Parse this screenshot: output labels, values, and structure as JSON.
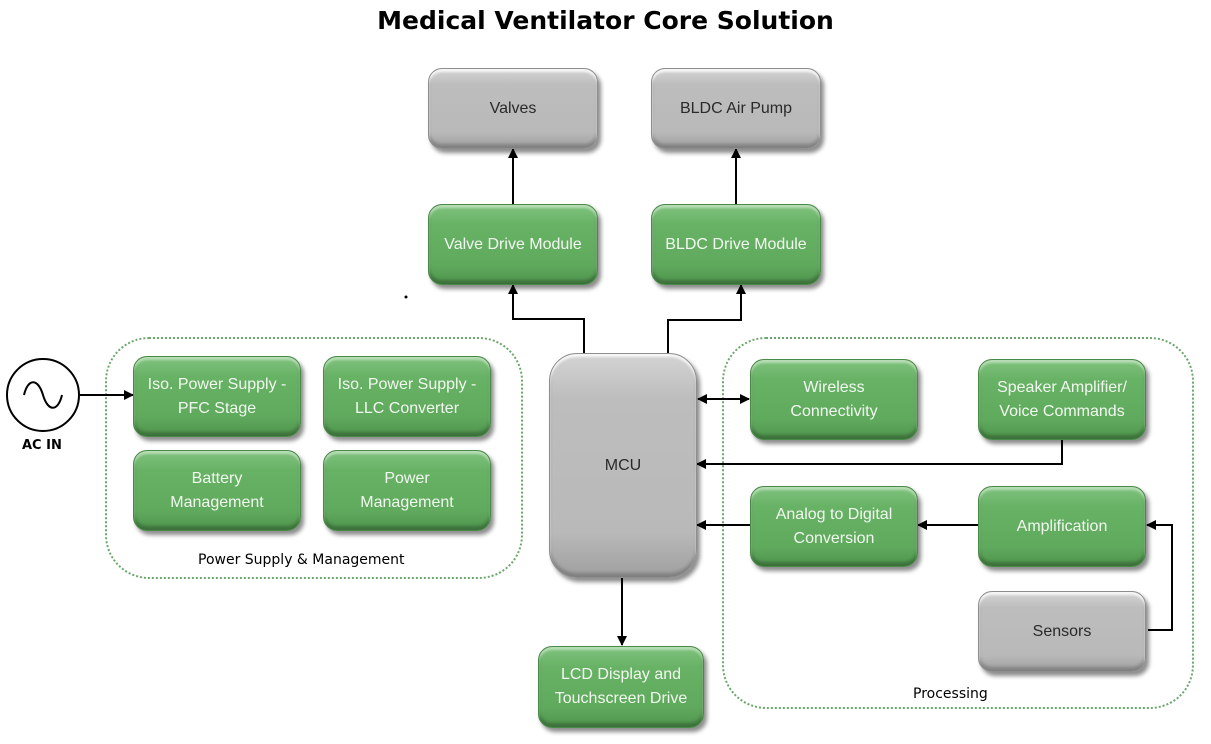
{
  "title": "Medical Ventilator Core Solution",
  "source": {
    "label": "AC IN",
    "icon": "ac-sine-source-icon"
  },
  "groups": {
    "power": {
      "label": "Power Supply & Management"
    },
    "processing": {
      "label": "Processing"
    }
  },
  "blocks": {
    "valves": "Valves",
    "bldc_air_pump": "BLDC Air Pump",
    "valve_drive": "Valve Drive Module",
    "bldc_drive": "BLDC Drive Module",
    "pfc": [
      "Iso. Power Supply -",
      "PFC Stage"
    ],
    "llc": [
      "Iso. Power Supply -",
      "LLC Converter"
    ],
    "battery": [
      "Battery",
      "Management"
    ],
    "power_mgmt": [
      "Power",
      "Management"
    ],
    "mcu": "MCU",
    "wireless": [
      "Wireless",
      "Connectivity"
    ],
    "speaker": [
      "Speaker Amplifier/",
      "Voice Commands"
    ],
    "adc": [
      "Analog to Digital",
      "Conversion"
    ],
    "amplification": "Amplification",
    "sensors": "Sensors",
    "lcd": [
      "LCD Display and",
      "Touchscreen Drive"
    ]
  },
  "colors": {
    "green_block": "#63ad61",
    "gray_block": "#bcbcbc",
    "group_border": "#6aa86a"
  }
}
